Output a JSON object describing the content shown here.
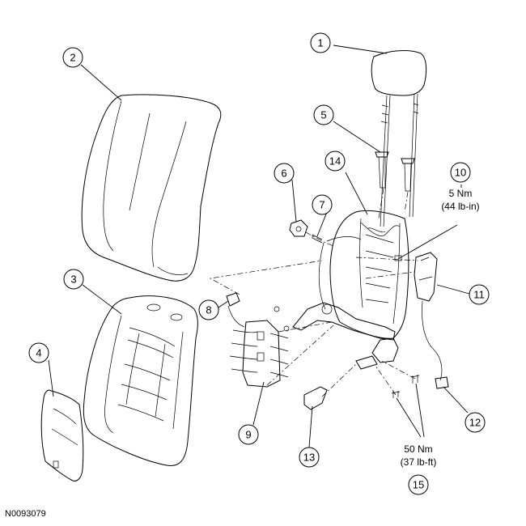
{
  "callouts": [
    {
      "id": "1",
      "label": "1"
    },
    {
      "id": "2",
      "label": "2"
    },
    {
      "id": "3",
      "label": "3"
    },
    {
      "id": "4",
      "label": "4"
    },
    {
      "id": "5",
      "label": "5"
    },
    {
      "id": "6",
      "label": "6"
    },
    {
      "id": "7",
      "label": "7"
    },
    {
      "id": "8",
      "label": "8"
    },
    {
      "id": "9",
      "label": "9"
    },
    {
      "id": "10",
      "label": "10"
    },
    {
      "id": "11",
      "label": "11"
    },
    {
      "id": "12",
      "label": "12"
    },
    {
      "id": "13",
      "label": "13"
    },
    {
      "id": "14",
      "label": "14"
    },
    {
      "id": "15",
      "label": "15"
    }
  ],
  "torque": {
    "item10_nm": "5 Nm",
    "item10_lbin": "(44 lb-in)",
    "item15_nm": "50 Nm",
    "item15_lbft": "(37 lb-ft)"
  },
  "figure_code": "N0093079"
}
